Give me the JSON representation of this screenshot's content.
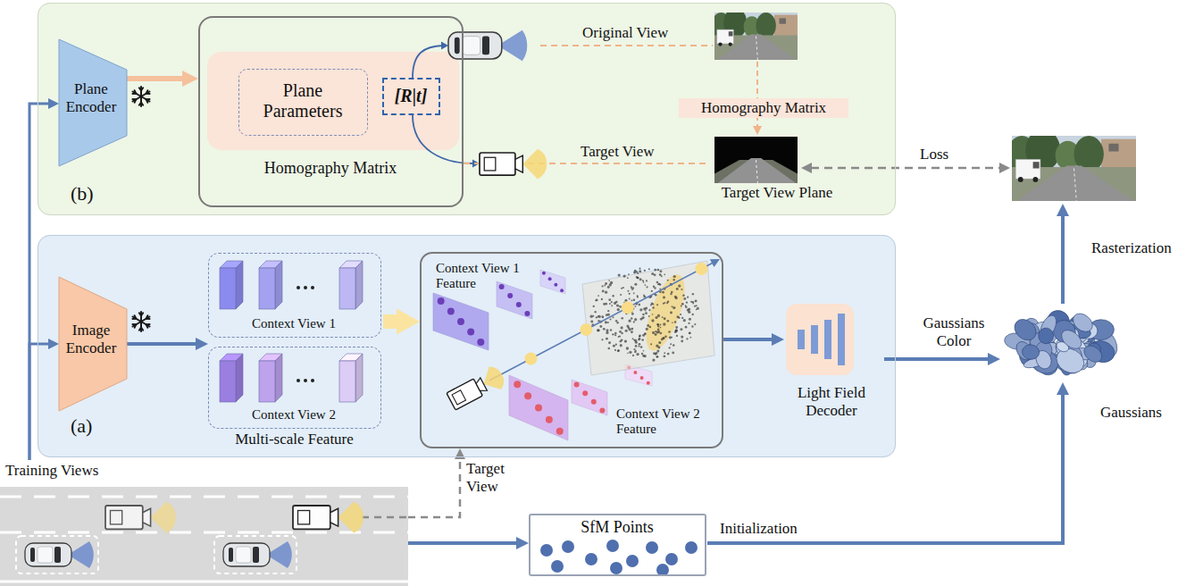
{
  "diagram": {
    "nodes": [
      {
        "text": [
          "(b)"
        ]
      },
      {
        "text": [
          "Plane Encoder"
        ],
        "in": 0
      },
      {
        "text": [
          "Homography Matrix"
        ],
        "in": 0
      },
      {
        "text": [
          "Plane Parameters"
        ],
        "in": 2
      },
      {
        "text": [
          "[R|t]"
        ],
        "in": 2
      },
      {
        "text": [
          "Target View Plane"
        ],
        "in": 0
      },
      {
        "text": [
          "(a)"
        ]
      },
      {
        "text": [
          "Image Encoder"
        ],
        "in": 6
      },
      {
        "text": [
          "Multi-scale Feature"
        ],
        "in": 6
      },
      {
        "text": [
          "Context View 1"
        ],
        "in": 8
      },
      {
        "text": [
          "Context View 2"
        ],
        "in": 8
      },
      {
        "text": [
          "Context View 1 Feature",
          "Context View 2 Feature"
        ],
        "in": 6
      },
      {
        "text": [
          "Light Field Decoder"
        ],
        "in": 6
      },
      {
        "text": [
          "Training Views"
        ]
      },
      {
        "text": [
          "SfM Points"
        ]
      }
    ],
    "edges": [
      {
        "from": 13,
        "to": 1,
        "arrow": "to"
      },
      {
        "from": 13,
        "to": 7,
        "arrow": "to"
      },
      {
        "from": 1,
        "to": 2,
        "arrow": "to"
      },
      {
        "from": 2,
        "to": 5,
        "label": "Target View",
        "arrow": "none"
      },
      {
        "from": 7,
        "to": 8,
        "arrow": "to"
      },
      {
        "from": 8,
        "to": 11,
        "arrow": "to"
      },
      {
        "from": 13,
        "to": 11,
        "label": "Target View",
        "arrow": "to"
      },
      {
        "from": 11,
        "to": 12,
        "arrow": "to"
      },
      {
        "from": 13,
        "to": 14,
        "arrow": "to"
      }
    ],
    "labels": [
      "Original View",
      "Homography Matrix",
      "Loss",
      "Gaussians Color",
      "Rasterization",
      "Gaussians",
      "Initialization"
    ]
  }
}
